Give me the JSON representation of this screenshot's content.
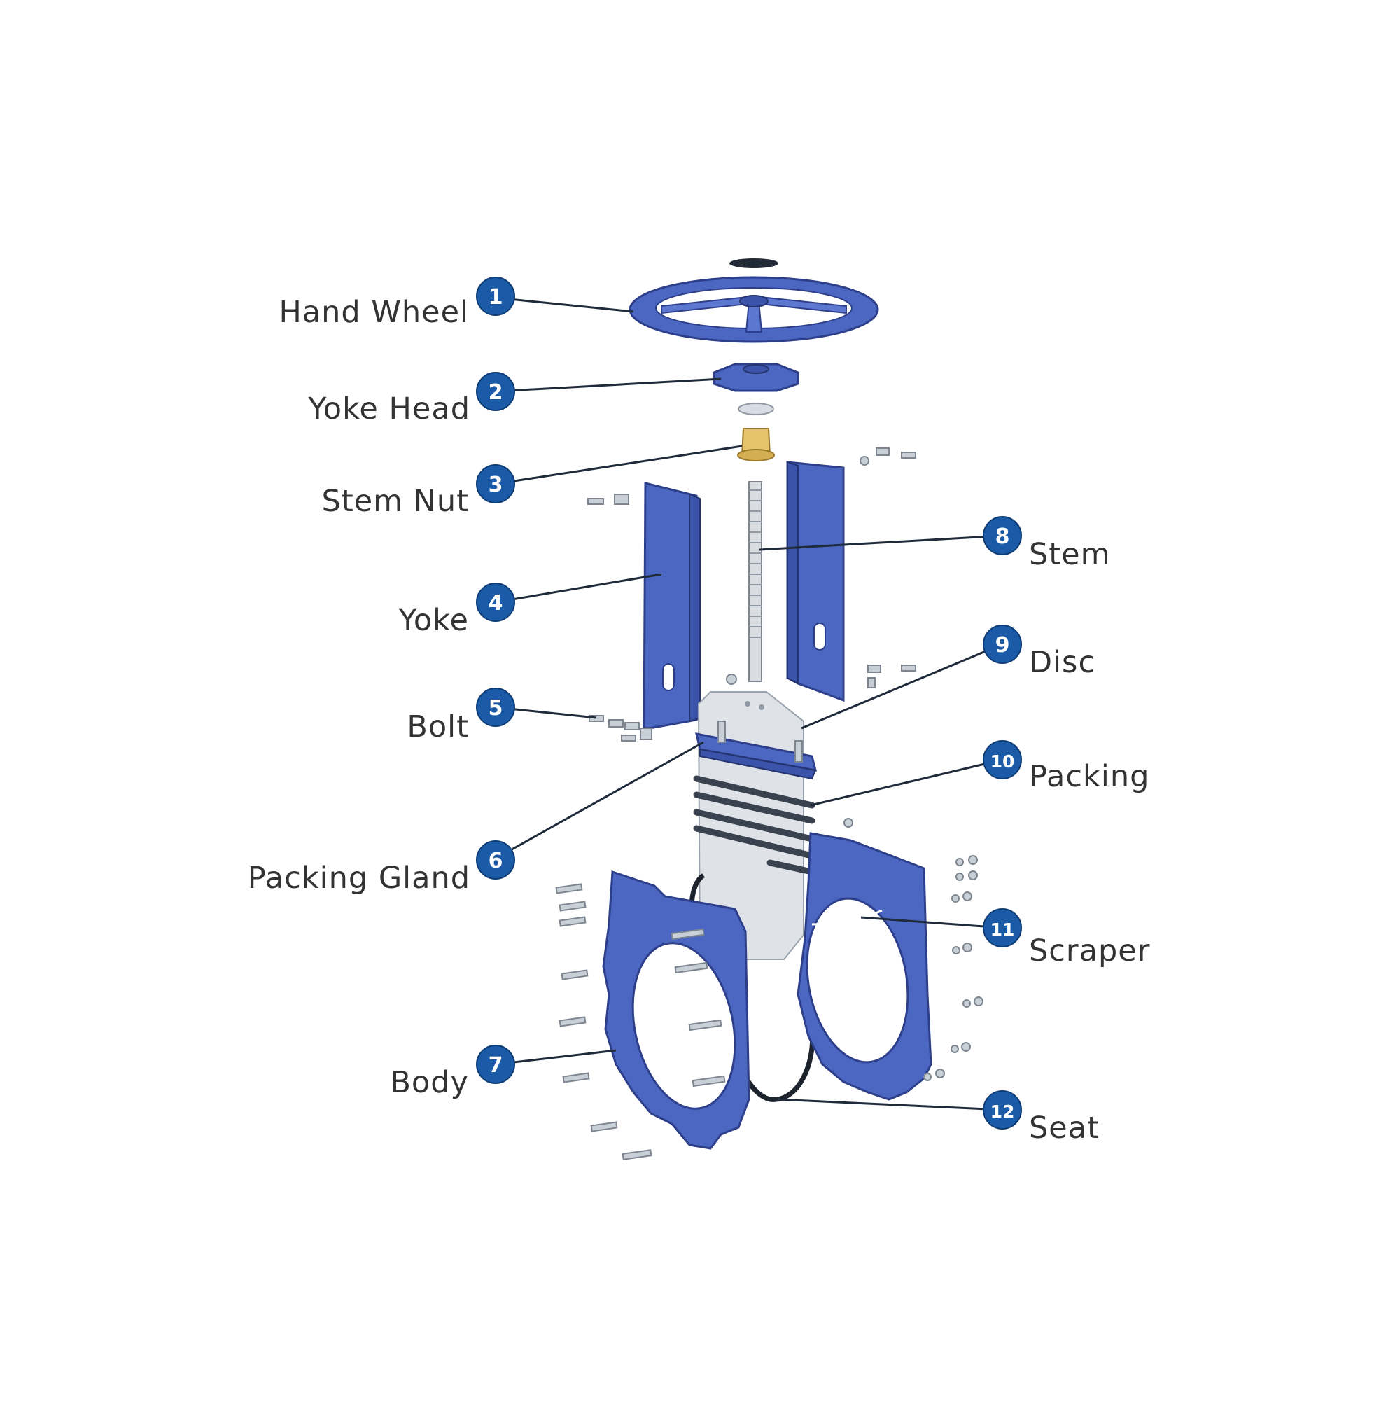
{
  "accent_color": "#1a5aa6",
  "part_color": "#4b67c2",
  "callouts": [
    {
      "number": "1",
      "label": "Hand Wheel"
    },
    {
      "number": "2",
      "label": "Yoke Head"
    },
    {
      "number": "3",
      "label": "Stem Nut"
    },
    {
      "number": "4",
      "label": "Yoke"
    },
    {
      "number": "5",
      "label": "Bolt"
    },
    {
      "number": "6",
      "label": "Packing Gland"
    },
    {
      "number": "7",
      "label": "Body"
    },
    {
      "number": "8",
      "label": "Stem"
    },
    {
      "number": "9",
      "label": "Disc"
    },
    {
      "number": "10",
      "label": "Packing"
    },
    {
      "number": "11",
      "label": "Scraper"
    },
    {
      "number": "12",
      "label": "Seat"
    }
  ]
}
